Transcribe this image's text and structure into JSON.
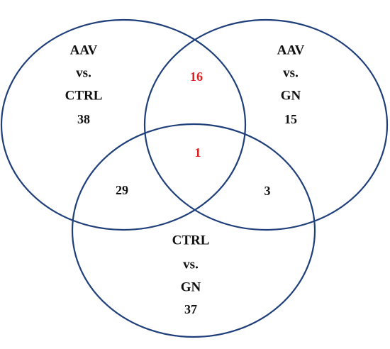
{
  "colors": {
    "circle_stroke": "#1f3f7a",
    "count_default": "#111111",
    "count_highlight": "#e02020"
  },
  "sets": {
    "aav_ctrl": {
      "line1": "AAV",
      "line2": "vs.",
      "line3": "CTRL",
      "count": "38"
    },
    "aav_gn": {
      "line1": "AAV",
      "line2": "vs.",
      "line3": "GN",
      "count": "15"
    },
    "ctrl_gn": {
      "line1": "CTRL",
      "line2": "vs.",
      "line3": "GN",
      "count": "37"
    }
  },
  "overlaps": {
    "aav_ctrl__aav_gn": {
      "count": "16",
      "highlight": true
    },
    "aav_ctrl__ctrl_gn": {
      "count": "29",
      "highlight": false
    },
    "aav_gn__ctrl_gn": {
      "count": "3",
      "highlight": false
    },
    "all_three": {
      "count": "1",
      "highlight": true
    }
  }
}
